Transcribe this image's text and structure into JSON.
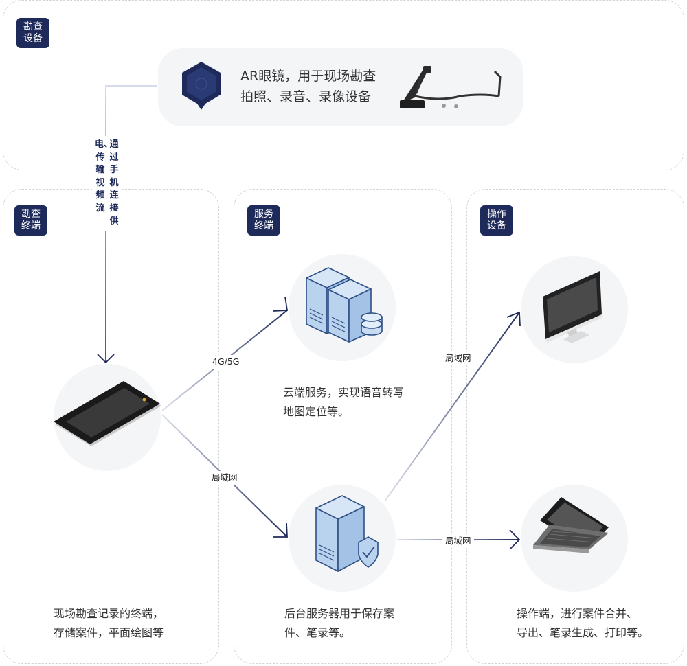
{
  "sections": {
    "survey_device": {
      "badge": "勘查\n设备"
    },
    "survey_terminal": {
      "badge": "勘查\n终端"
    },
    "service_terminal": {
      "badge": "服务\n终端"
    },
    "operation_device": {
      "badge": "操作\n设备"
    }
  },
  "ar_glasses": {
    "description": "AR眼镜，用于现场勘查\n拍照、录音、录像设备"
  },
  "connection_text": {
    "col1": "电、传输视频流",
    "col2": "通过手机连接供"
  },
  "links": {
    "network_4g5g": "4G/5G",
    "lan_tablet_server": "局域网",
    "lan_server_desktop": "局域网",
    "lan_server_laptop": "局域网"
  },
  "cloud": {
    "description": "云端服务，实现语音转写\n地图定位等。"
  },
  "tablet": {
    "description": "现场勘查记录的终端，\n存储案件，平面绘图等"
  },
  "backend": {
    "description": "后台服务器用于保存案\n件、笔录等。"
  },
  "operator": {
    "description": "操作端，进行案件合并、\n导出、笔录生成、打印等。"
  },
  "colors": {
    "navy": "#1e2a5a",
    "border": "#cfd3da",
    "circle": "#f3f5f7",
    "server_blue": "#b9d2ee"
  }
}
